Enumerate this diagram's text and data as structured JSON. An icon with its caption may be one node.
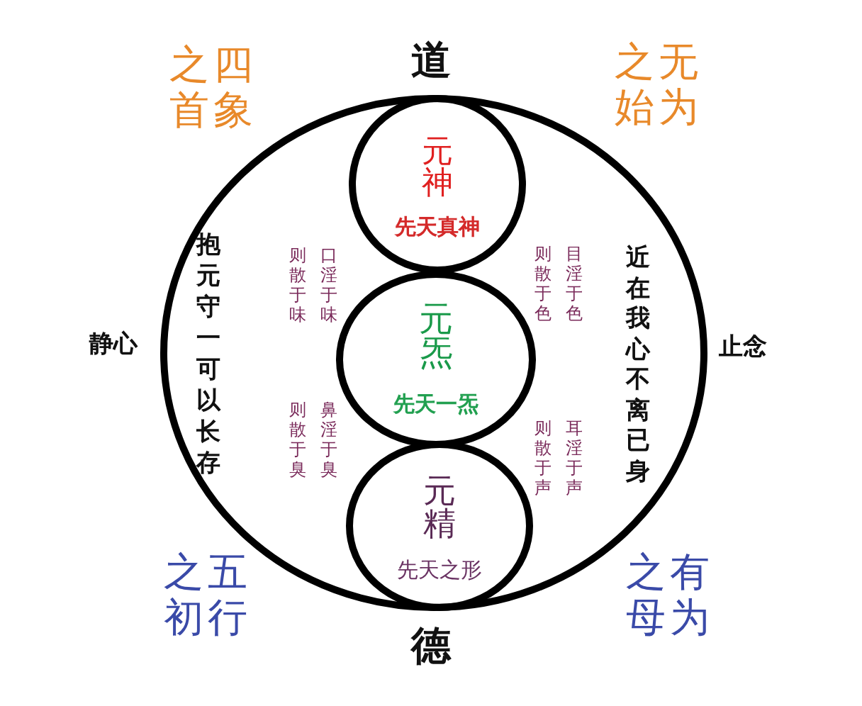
{
  "diagram": {
    "nodes": [
      {
        "text": [
          "抱元守一可以长存",
          "口淫于味则散于味",
          "鼻淫于臭则散于臭",
          "目淫于色则散于色",
          "耳淫于声则散于声",
          "近在我心不离已身"
        ]
      },
      {
        "text": [
          "元神",
          "先天真神"
        ],
        "in": 0
      },
      {
        "text": [
          "元炁",
          "先天一炁"
        ],
        "in": 0
      },
      {
        "text": [
          "元精",
          "先天之形"
        ],
        "in": 0
      }
    ],
    "labels": [
      "四象之首",
      "道",
      "无为之始",
      "静心",
      "止念",
      "五行之初",
      "德",
      "有为之母"
    ]
  }
}
